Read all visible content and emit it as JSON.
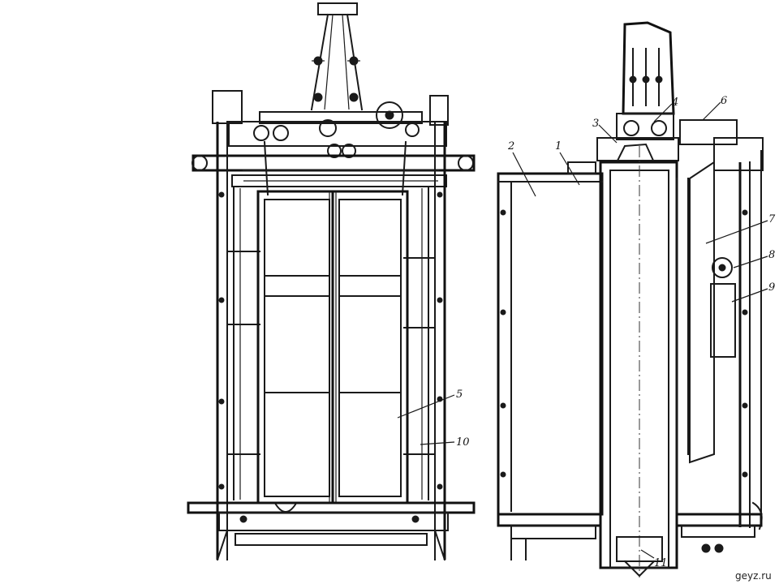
{
  "callouts": {
    "c1": "1",
    "c2": "2",
    "c3": "3",
    "c4": "4",
    "c5": "5",
    "c6": "6",
    "c7": "7",
    "c8": "8",
    "c9": "9",
    "c10": "10",
    "c11": "11"
  },
  "watermark": "geyz.ru"
}
